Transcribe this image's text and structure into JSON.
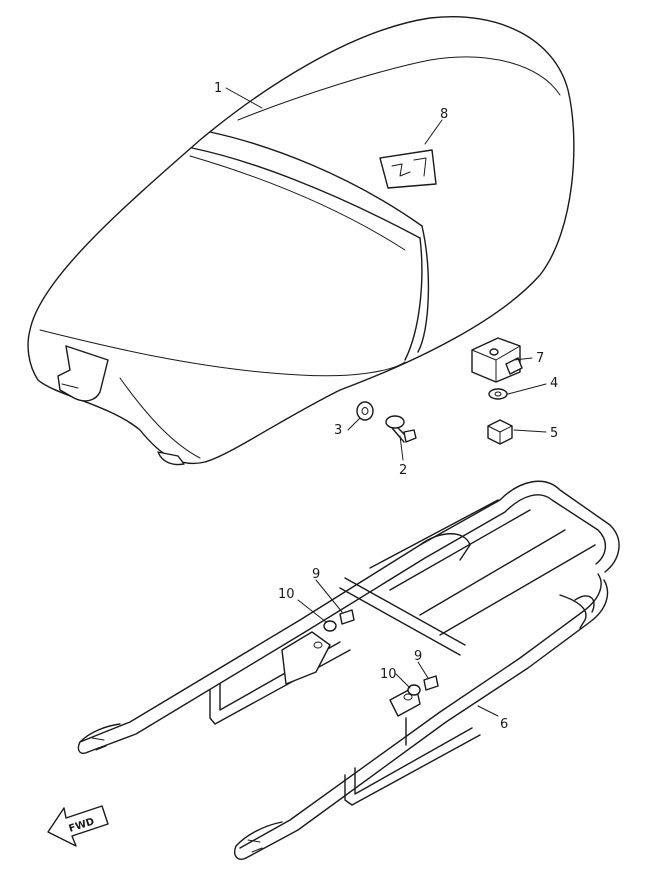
{
  "callouts": [
    {
      "id": "seat",
      "label": "1"
    },
    {
      "id": "bolt",
      "label": "2"
    },
    {
      "id": "washer-left",
      "label": "3"
    },
    {
      "id": "washer-right",
      "label": "4"
    },
    {
      "id": "collar",
      "label": "5"
    },
    {
      "id": "carrier",
      "label": "6"
    },
    {
      "id": "bracket",
      "label": "7"
    },
    {
      "id": "emblem",
      "label": "8"
    },
    {
      "id": "bolt-upper",
      "label": "9"
    },
    {
      "id": "washer-upper",
      "label": "10"
    },
    {
      "id": "bolt-lower",
      "label": "9"
    },
    {
      "id": "washer-lower",
      "label": "10"
    }
  ],
  "fwd_label": "FWD"
}
